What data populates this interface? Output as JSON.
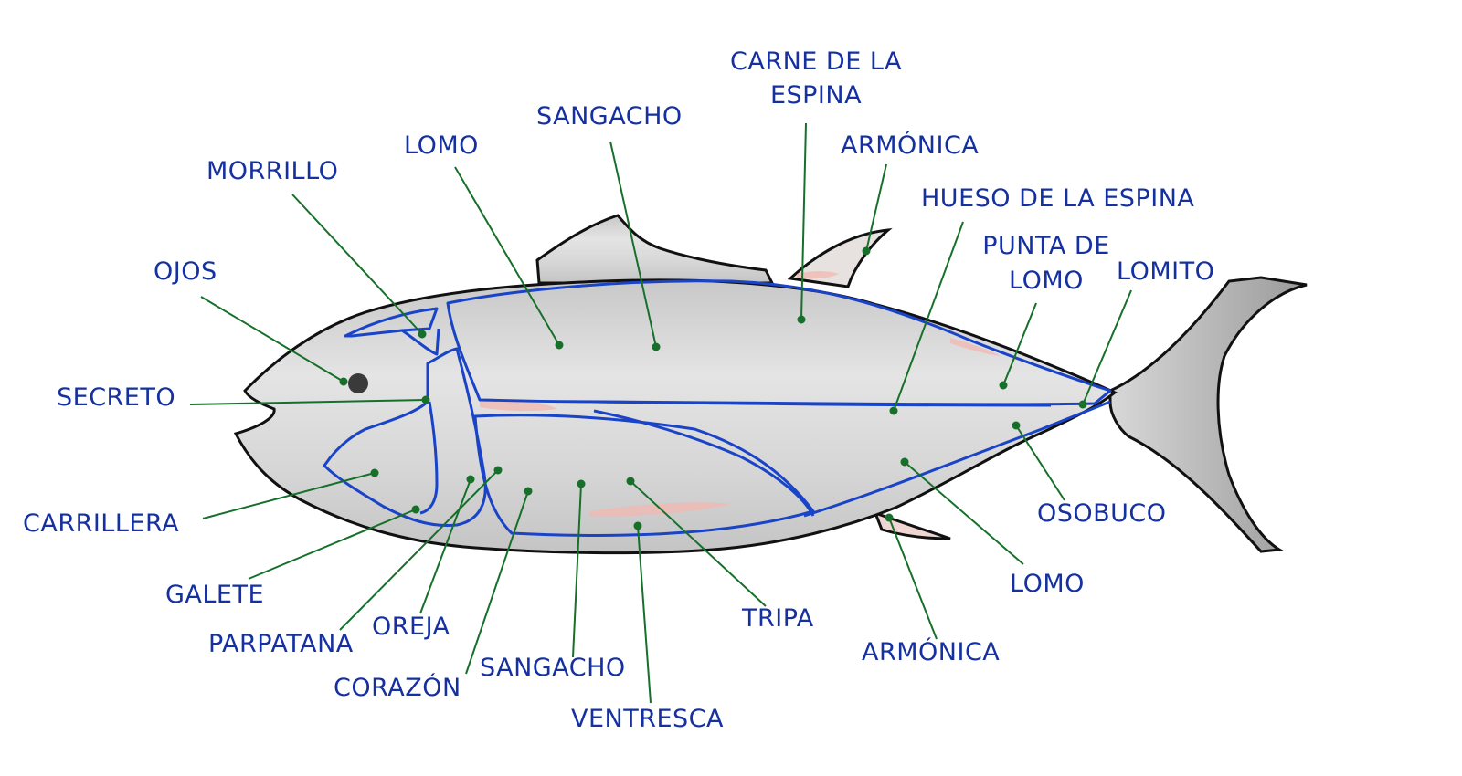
{
  "colors": {
    "label": "#1530a0",
    "leader": "#16702a",
    "outline_cuts": "#1a44c8",
    "body_fill": "#dedede",
    "body_outline": "#111111",
    "accent_pink": "#f2b7b0"
  },
  "labels": {
    "carne_espina_1": "CARNE DE LA",
    "carne_espina_2": "ESPINA",
    "sangacho_top": "SANGACHO",
    "armonica_top": "ARMÓNICA",
    "lomo_top": "LOMO",
    "morrillo": "MORRILLO",
    "hueso_espina": "HUESO DE LA ESPINA",
    "punta_lomo_1": "PUNTA DE",
    "punta_lomo_2": "LOMO",
    "lomito": "LOMITO",
    "ojos": "OJOS",
    "secreto": "SECRETO",
    "carrillera": "CARRILLERA",
    "osobuco": "OSOBUCO",
    "galete": "GALETE",
    "lomo_bottom": "LOMO",
    "oreja": "OREJA",
    "tripa": "TRIPA",
    "parpatana": "PARPATANA",
    "armonica_bottom": "ARMÓNICA",
    "sangacho_bottom": "SANGACHO",
    "corazon": "CORAZÓN",
    "ventresca": "VENTRESCA"
  }
}
